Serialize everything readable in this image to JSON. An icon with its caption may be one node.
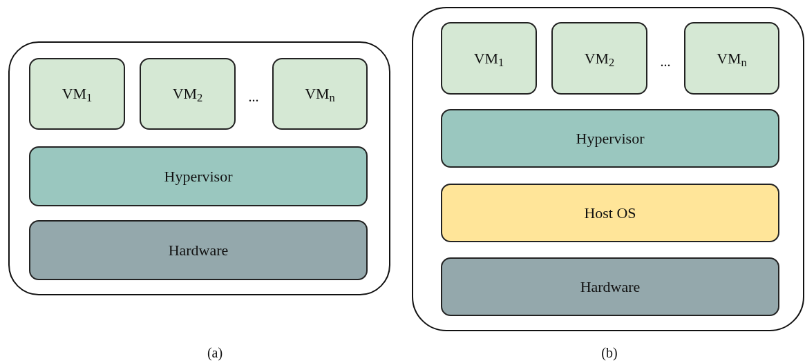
{
  "diagram": {
    "nodes": [
      {
        "text": [],
        "shape": "box"
      },
      {
        "text": [
          "VM$_{1}$"
        ],
        "in": 0
      },
      {
        "text": [
          "VM$_{2}$"
        ],
        "in": 0
      },
      {
        "text": [
          "VM$_{n}$"
        ],
        "in": 0
      },
      {
        "text": [
          "Hypervisor"
        ],
        "in": 0
      },
      {
        "text": [
          "Hardware"
        ],
        "in": 0
      },
      {
        "text": [],
        "shape": "box"
      },
      {
        "text": [
          "VM$_{1}$"
        ],
        "in": 6
      },
      {
        "text": [
          "VM$_{2}$"
        ],
        "in": 6
      },
      {
        "text": [
          "VM$_{n}$"
        ],
        "in": 6
      },
      {
        "text": [
          "Hypervisor"
        ],
        "in": 6
      },
      {
        "text": [
          "Host OS"
        ],
        "in": 6
      },
      {
        "text": [
          "Hardware"
        ],
        "in": 6
      }
    ],
    "labels": [
      "...",
      "(a)",
      "...",
      "(b)"
    ]
  }
}
